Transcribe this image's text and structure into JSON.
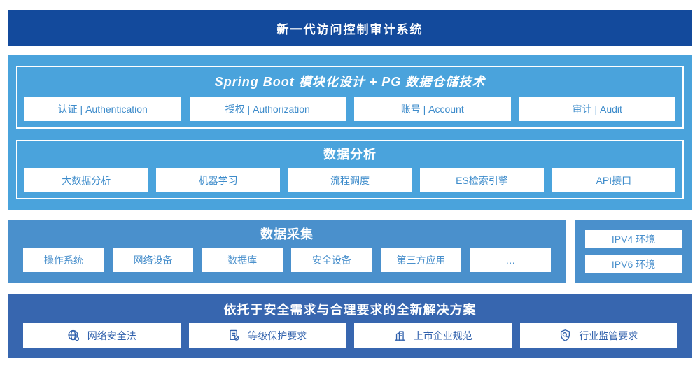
{
  "banner": {
    "title": "新一代访问控制审计系统"
  },
  "platform": {
    "modules": {
      "title": "Spring Boot 模块化设计 + PG 数据仓储技术",
      "items": [
        "认证 | Authentication",
        "授权 | Authorization",
        "账号 | Account",
        "审计 | Audit"
      ]
    },
    "analysis": {
      "title": "数据分析",
      "items": [
        "大数据分析",
        "机器学习",
        "流程调度",
        "ES检索引擎",
        "API接口"
      ]
    }
  },
  "collection": {
    "title": "数据采集",
    "items": [
      "操作系统",
      "网络设备",
      "数据库",
      "安全设备",
      "第三方应用",
      "…"
    ],
    "environments": [
      "IPV4 环境",
      "IPV6 环境"
    ]
  },
  "solution": {
    "title": "依托于安全需求与合理要求的全新解决方案",
    "items": [
      {
        "icon": "globe-icon",
        "label": "网络安全法"
      },
      {
        "icon": "compliance-doc-icon",
        "label": "等级保护要求"
      },
      {
        "icon": "building-icon",
        "label": "上市企业规范"
      },
      {
        "icon": "shield-search-icon",
        "label": "行业监管要求"
      }
    ]
  },
  "colors": {
    "banner_blue": "#134A9C",
    "platform_light_blue": "#4AA3DC",
    "collection_blue": "#4A90CC",
    "solution_blue": "#3766AF",
    "platform_cell_text": "#3E8CCB",
    "solution_cell_text": "#3161AC"
  }
}
